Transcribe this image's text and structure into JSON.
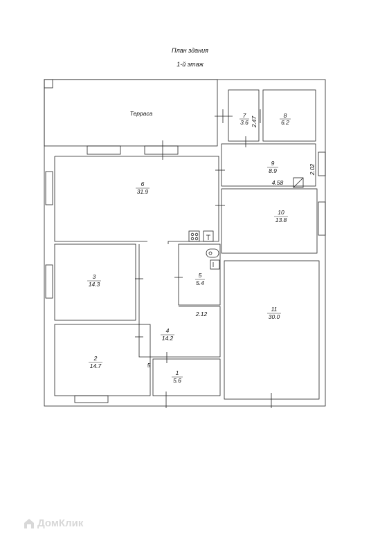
{
  "header": {
    "title": "План здания",
    "floor": "1-й этаж"
  },
  "rooms": [
    {
      "id": "terrace",
      "name": "Терраса",
      "area": ""
    },
    {
      "id": "r1",
      "name": "1",
      "area": "5.6"
    },
    {
      "id": "r2",
      "name": "2",
      "area": "14.7"
    },
    {
      "id": "r3",
      "name": "3",
      "area": "14.3"
    },
    {
      "id": "r4",
      "name": "4",
      "area": "14.2"
    },
    {
      "id": "r5",
      "name": "5",
      "area": "5.4"
    },
    {
      "id": "r6",
      "name": "6",
      "area": "31.9"
    },
    {
      "id": "r7",
      "name": "7",
      "area": "3.6"
    },
    {
      "id": "r8",
      "name": "8",
      "area": "6.2"
    },
    {
      "id": "r9",
      "name": "9",
      "area": "8.9"
    },
    {
      "id": "r10",
      "name": "10",
      "area": "13.8"
    },
    {
      "id": "r11",
      "name": "11",
      "area": "30.0"
    }
  ],
  "dimensions": {
    "d247": "2.47",
    "d202": "2.02",
    "d458": "4.58",
    "d212": "2.12",
    "d5": "5"
  },
  "watermark": "ДомКлик",
  "colors": {
    "line": "#222222",
    "watermark": "#d8d8d8"
  }
}
